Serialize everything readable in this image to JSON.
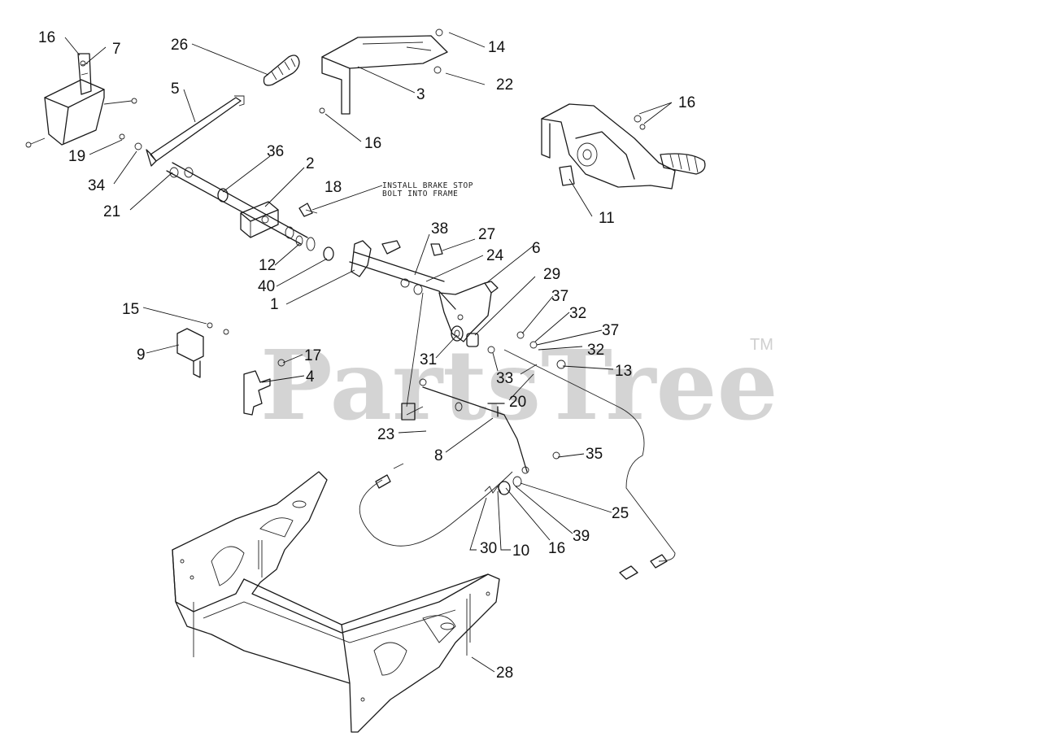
{
  "watermark": {
    "brand": "PartsTree",
    "trademark": "TM",
    "color": "#d4d4d4"
  },
  "note_lines": [
    "INSTALL BRAKE STOP",
    "BOLT INTO FRAME"
  ],
  "callouts": [
    {
      "id": "c16a",
      "text": "16"
    },
    {
      "id": "c7",
      "text": "7"
    },
    {
      "id": "c26",
      "text": "26"
    },
    {
      "id": "c5",
      "text": "5"
    },
    {
      "id": "c19",
      "text": "19"
    },
    {
      "id": "c34",
      "text": "34"
    },
    {
      "id": "c21",
      "text": "21"
    },
    {
      "id": "c36",
      "text": "36"
    },
    {
      "id": "c2",
      "text": "2"
    },
    {
      "id": "c18",
      "text": "18"
    },
    {
      "id": "c14",
      "text": "14"
    },
    {
      "id": "c22",
      "text": "22"
    },
    {
      "id": "c3",
      "text": "3"
    },
    {
      "id": "c16b",
      "text": "16"
    },
    {
      "id": "c16c",
      "text": "16"
    },
    {
      "id": "c11",
      "text": "11"
    },
    {
      "id": "c38",
      "text": "38"
    },
    {
      "id": "c27",
      "text": "27"
    },
    {
      "id": "c6",
      "text": "6"
    },
    {
      "id": "c24",
      "text": "24"
    },
    {
      "id": "c29",
      "text": "29"
    },
    {
      "id": "c12",
      "text": "12"
    },
    {
      "id": "c40",
      "text": "40"
    },
    {
      "id": "c1",
      "text": "1"
    },
    {
      "id": "c37a",
      "text": "37"
    },
    {
      "id": "c32a",
      "text": "32"
    },
    {
      "id": "c37b",
      "text": "37"
    },
    {
      "id": "c32b",
      "text": "32"
    },
    {
      "id": "c13",
      "text": "13"
    },
    {
      "id": "c15",
      "text": "15"
    },
    {
      "id": "c9",
      "text": "9"
    },
    {
      "id": "c17",
      "text": "17"
    },
    {
      "id": "c4",
      "text": "4"
    },
    {
      "id": "c31",
      "text": "31"
    },
    {
      "id": "c33",
      "text": "33"
    },
    {
      "id": "c20",
      "text": "20"
    },
    {
      "id": "c23",
      "text": "23"
    },
    {
      "id": "c8",
      "text": "8"
    },
    {
      "id": "c35",
      "text": "35"
    },
    {
      "id": "c25",
      "text": "25"
    },
    {
      "id": "c39",
      "text": "39"
    },
    {
      "id": "c30",
      "text": "30"
    },
    {
      "id": "c10",
      "text": "10"
    },
    {
      "id": "c16d",
      "text": "16"
    },
    {
      "id": "c28",
      "text": "28"
    }
  ]
}
